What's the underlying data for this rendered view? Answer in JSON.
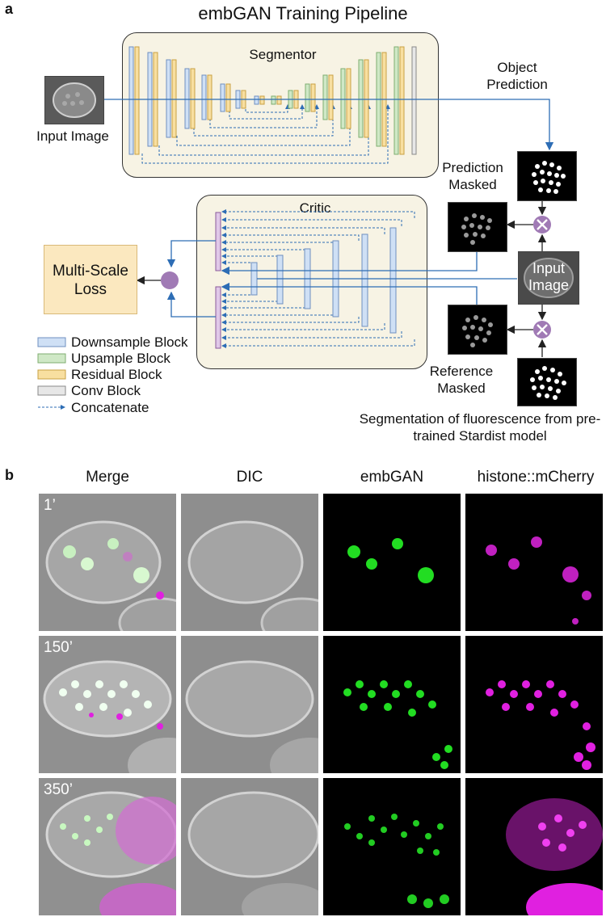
{
  "panel_a": {
    "letter": "a",
    "title": "embGAN Training Pipeline",
    "segmentor_label": "Segmentor",
    "critic_label": "Critic",
    "input_image_label": "Input Image",
    "object_prediction_label": "Object Prediction",
    "prediction_masked_label": "Prediction Masked",
    "input_image_center_label": "Input Image",
    "reference_masked_label": "Reference Masked",
    "loss_label": "Multi-Scale Loss",
    "segmentation_caption": "Segmentation of fluorescence from pre-trained Stardist model",
    "legend": [
      {
        "label": "Downsample Block",
        "color": "#cfe0f5",
        "border": "#6f8fc0"
      },
      {
        "label": "Upsample Block",
        "color": "#cfe8c6",
        "border": "#7fae70"
      },
      {
        "label": "Residual Block",
        "color": "#f8dfa0",
        "border": "#c9a043"
      },
      {
        "label": "Conv Block",
        "color": "#e7e7e7",
        "border": "#888888"
      },
      {
        "label": "Concatenate",
        "color": "#2d6db5",
        "border": "dashed"
      }
    ],
    "colors": {
      "arrow": "#2d6db5",
      "box_fill": "#f7f3e4",
      "loss_fill": "#fbe8bf",
      "merge_circle": "#a07ab5",
      "critic_input_bar": "#e0c8e8"
    }
  },
  "panel_b": {
    "letter": "b",
    "columns": [
      "Merge",
      "DIC",
      "embGAN",
      "histone::mCherry"
    ],
    "rows": [
      {
        "time": "1’"
      },
      {
        "time": "150’"
      },
      {
        "time": "350’"
      }
    ],
    "colors": {
      "embgan": "#22dd22",
      "mcherry": "#e020e0"
    }
  }
}
